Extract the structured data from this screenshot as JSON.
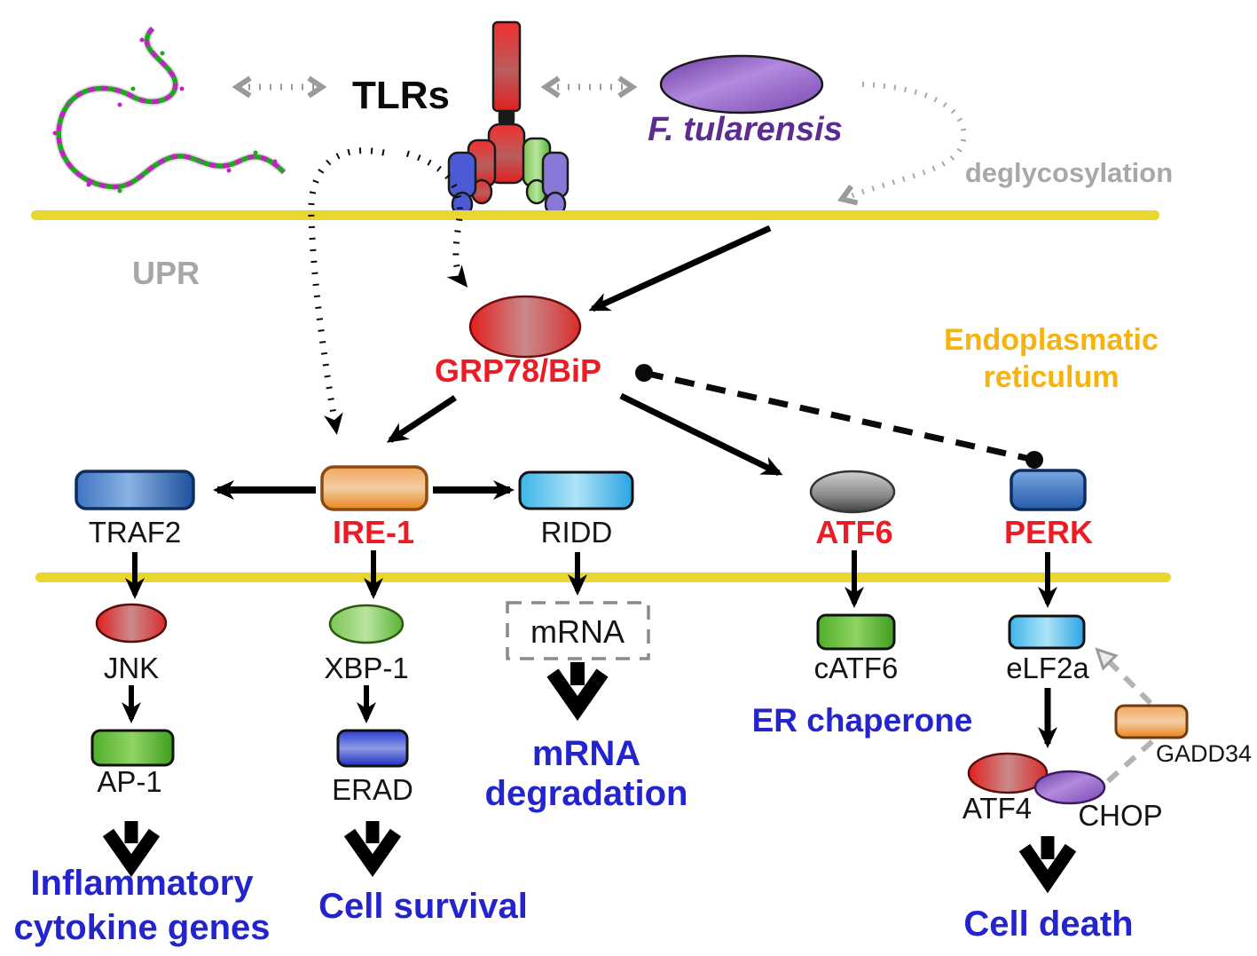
{
  "diagram": {
    "labels": {
      "tlrs": "TLRs",
      "pathogen": "F. tularensis",
      "deglycosylation": "deglycosylation",
      "upr": "UPR",
      "er_line1": "Endoplasmatic",
      "er_line2": "reticulum",
      "grp78": "GRP78/BiP",
      "traf2": "TRAF2",
      "ire1": "IRE-1",
      "ridd": "RIDD",
      "atf6": "ATF6",
      "perk": "PERK",
      "jnk": "JNK",
      "xbp1": "XBP-1",
      "mrna": "mRNA",
      "catf6": "cATF6",
      "elf2a": "eLF2a",
      "ap1": "AP-1",
      "erad": "ERAD",
      "er_chaperone": "ER chaperone",
      "gadd34": "GADD34",
      "atf4": "ATF4",
      "chop": "CHOP",
      "mrna_deg_line1": "mRNA",
      "mrna_deg_line2": "degradation",
      "inflammatory_line1": "Inflammatory",
      "inflammatory_line2": "cytokine genes",
      "cell_survival": "Cell survival",
      "cell_death": "Cell death"
    },
    "colors": {
      "membrane_yellow": "#e9d62f",
      "red_label": "#ec1c24",
      "blue_label": "#2424cf",
      "gray_label": "#a6a6a6",
      "er_label_orange": "#f6b30e",
      "pathogen_purple": "#5b2d91",
      "node_orange": "#e8841c",
      "node_blue": "#1e4f9e",
      "node_cyan": "#2aa3e2",
      "node_green": "#4fae28",
      "node_red": "#e41e1e"
    }
  }
}
